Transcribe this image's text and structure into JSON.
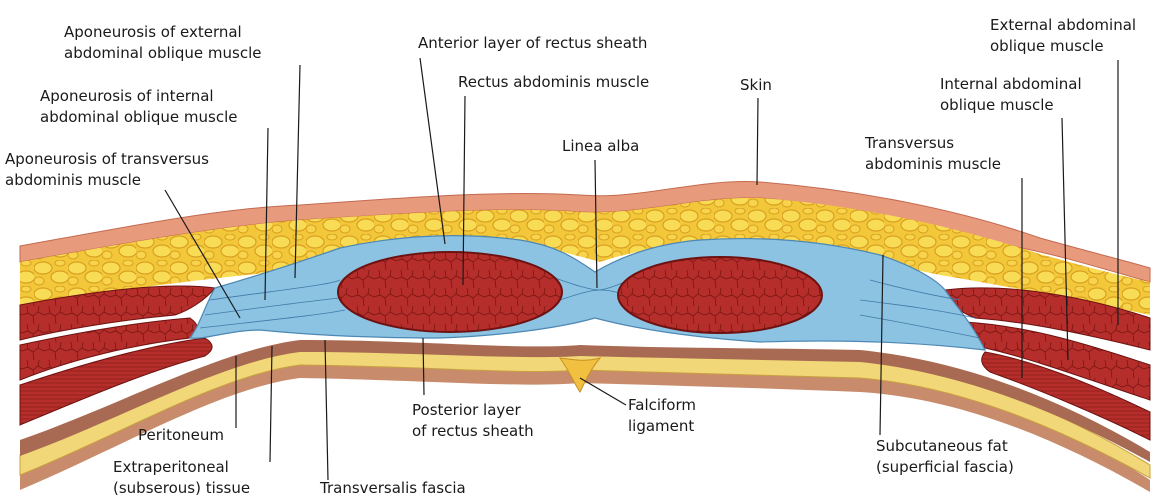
{
  "labels": {
    "apo_ext_1": "Aponeurosis of external",
    "apo_ext_2": "abdominal oblique muscle",
    "apo_int_1": "Aponeurosis of internal",
    "apo_int_2": "abdominal oblique muscle",
    "apo_tra_1": "Aponeurosis of transversus",
    "apo_tra_2": "abdominis muscle",
    "ant_layer": "Anterior layer of rectus sheath",
    "rectus": "Rectus abdominis muscle",
    "linea_alba": "Linea alba",
    "skin": "Skin",
    "ext_obl_1": "External abdominal",
    "ext_obl_2": "oblique muscle",
    "int_obl_1": "Internal abdominal",
    "int_obl_2": "oblique muscle",
    "tra_1": "Transversus",
    "tra_2": "abdominis muscle",
    "peritoneum": "Peritoneum",
    "extraperit_1": "Extraperitoneal",
    "extraperit_2": "(subserous) tissue",
    "transv_fascia": "Transversalis fascia",
    "post_layer_1": "Posterior layer",
    "post_layer_2": "of rectus sheath",
    "falciform_1": "Falciform",
    "falciform_2": "ligament",
    "subcut_1": "Subcutaneous fat",
    "subcut_2": "(superficial fascia)"
  },
  "colors": {
    "skin": "#e8987a",
    "fat": "#f2c12e",
    "fat_lobule": "#f7d94a",
    "fascia": "#7fb8dc",
    "muscle": "#b8302e",
    "muscle_line": "#7a1412",
    "peritoneum": "#e8c86a",
    "extraperitoneal": "#c98a6a"
  }
}
